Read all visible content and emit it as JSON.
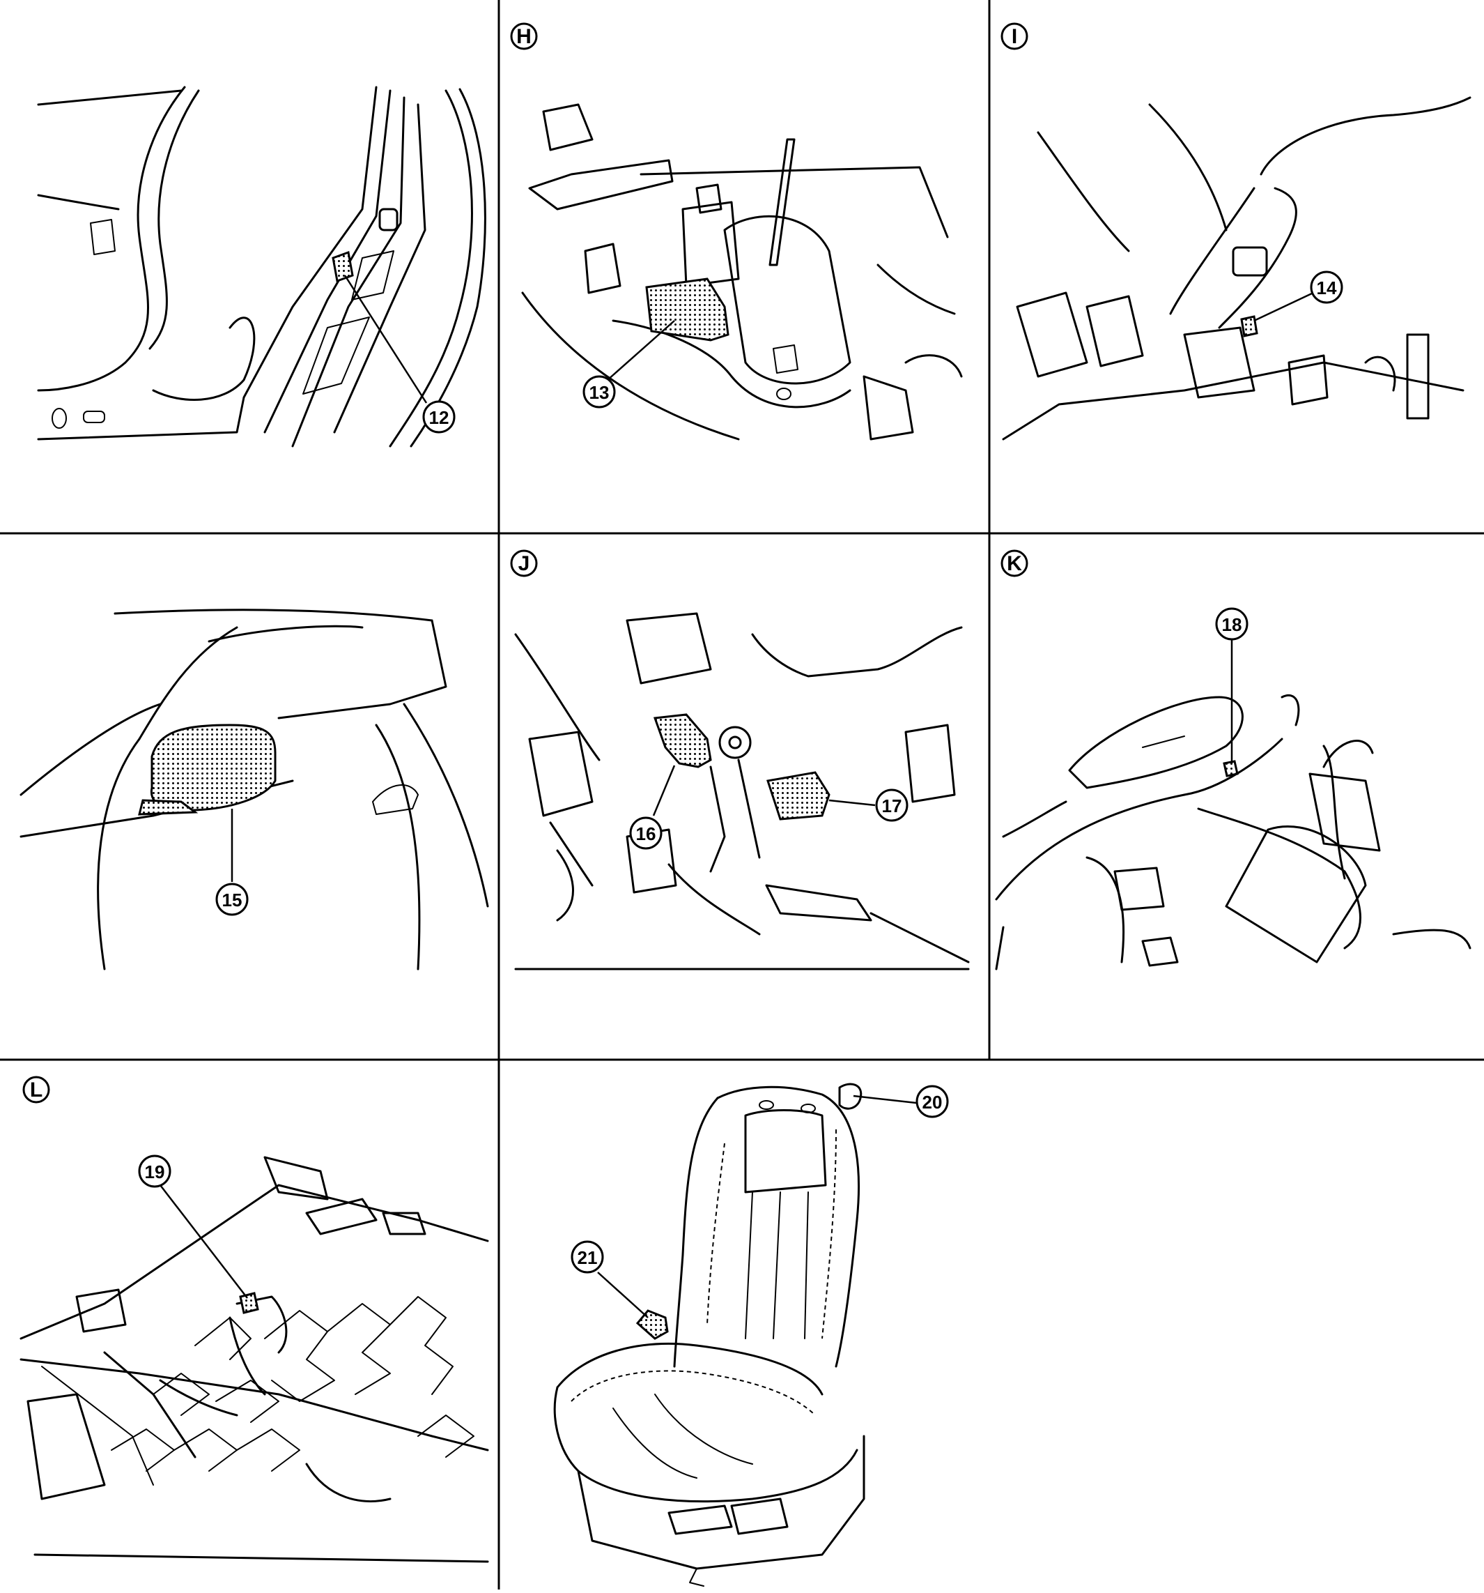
{
  "panels": {
    "h": {
      "label": "H"
    },
    "i": {
      "label": "I"
    },
    "j": {
      "label": "J"
    },
    "k": {
      "label": "K"
    },
    "l": {
      "label": "L"
    }
  },
  "callouts": {
    "c12": "12",
    "c13": "13",
    "c14": "14",
    "c15": "15",
    "c16": "16",
    "c17": "17",
    "c18": "18",
    "c19": "19",
    "c20": "20",
    "c21": "21"
  }
}
